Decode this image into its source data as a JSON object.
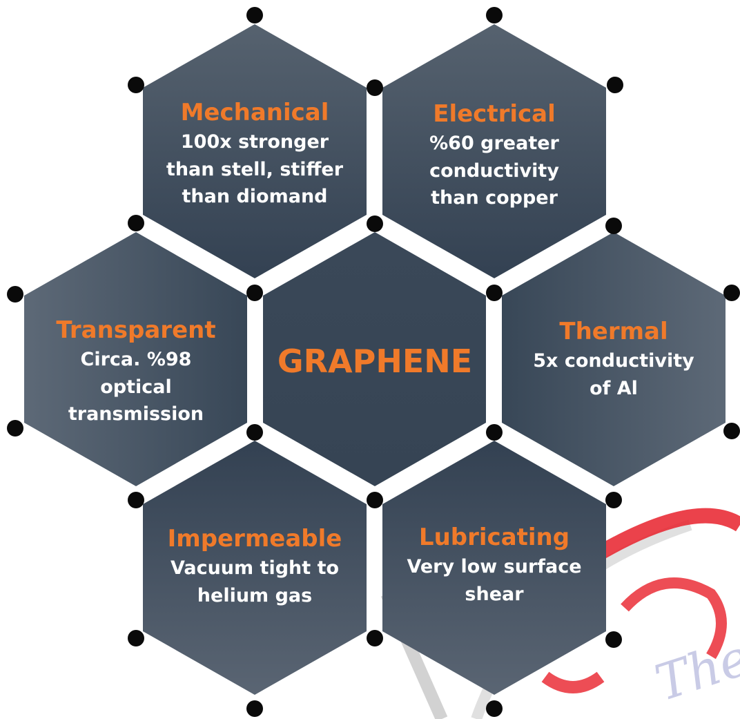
{
  "diagram": {
    "center_label": "GRAPHENE",
    "properties": [
      {
        "id": "mechanical",
        "title": "Mechanical",
        "lines": [
          "100x stronger",
          "than stell, stiffer",
          "than diomand"
        ]
      },
      {
        "id": "electrical",
        "title": "Electrical",
        "lines": [
          "%60 greater",
          "conductivity",
          "than copper"
        ]
      },
      {
        "id": "transparent",
        "title": "Transparent",
        "lines": [
          "Circa. %98",
          "optical",
          "transmission"
        ]
      },
      {
        "id": "thermal",
        "title": "Thermal",
        "lines": [
          "5x conductivity",
          "of Al"
        ]
      },
      {
        "id": "impermeable",
        "title": "Impermeable",
        "lines": [
          "Vacuum tight to",
          "helium gas"
        ]
      },
      {
        "id": "lubricating",
        "title": "Lubricating",
        "lines": [
          "Very low surface",
          "shear"
        ]
      }
    ]
  },
  "watermark": {
    "text": "The"
  },
  "colors": {
    "hex_dark": "#374656",
    "hex_light": "#5d6a78",
    "title": "#f07a2a",
    "body_text": "#ffffff",
    "dot": "#0a0a0a",
    "watermark_red": "#e8212b",
    "watermark_grey": "#9a9a9a",
    "watermark_blue": "#c9cbe6"
  }
}
